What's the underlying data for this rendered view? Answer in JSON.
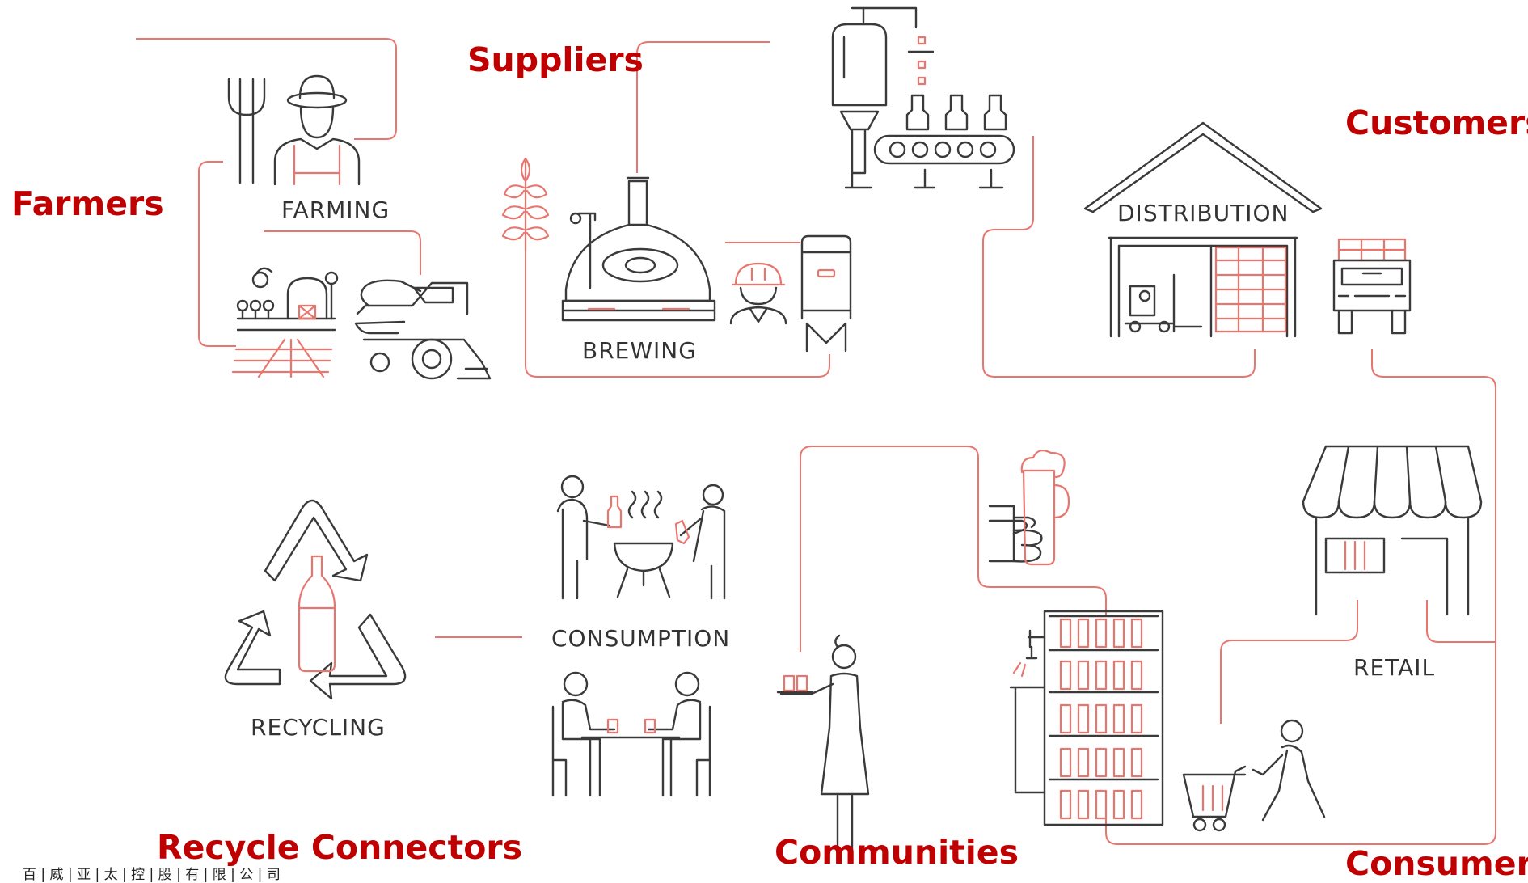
{
  "stakeholders": {
    "farmers": "Farmers",
    "suppliers": "Suppliers",
    "customers": "Customers",
    "recycle_connectors": "Recycle Connectors",
    "communities": "Communities",
    "consumers": "Consumers"
  },
  "stages": {
    "farming": "FARMING",
    "brewing": "BREWING",
    "distribution": "DISTRIBUTION",
    "recycling": "RECYCLING",
    "consumption": "CONSUMPTION",
    "retail": "RETAIL"
  },
  "footer": "百 | 威 | 亚 | 太 | 控 | 股 | 有 | 限 | 公 | 司",
  "colors": {
    "accent": "#c00000",
    "connector": "#e8766f",
    "icon_stroke": "#3a3a3a",
    "background": "#ffffff"
  }
}
